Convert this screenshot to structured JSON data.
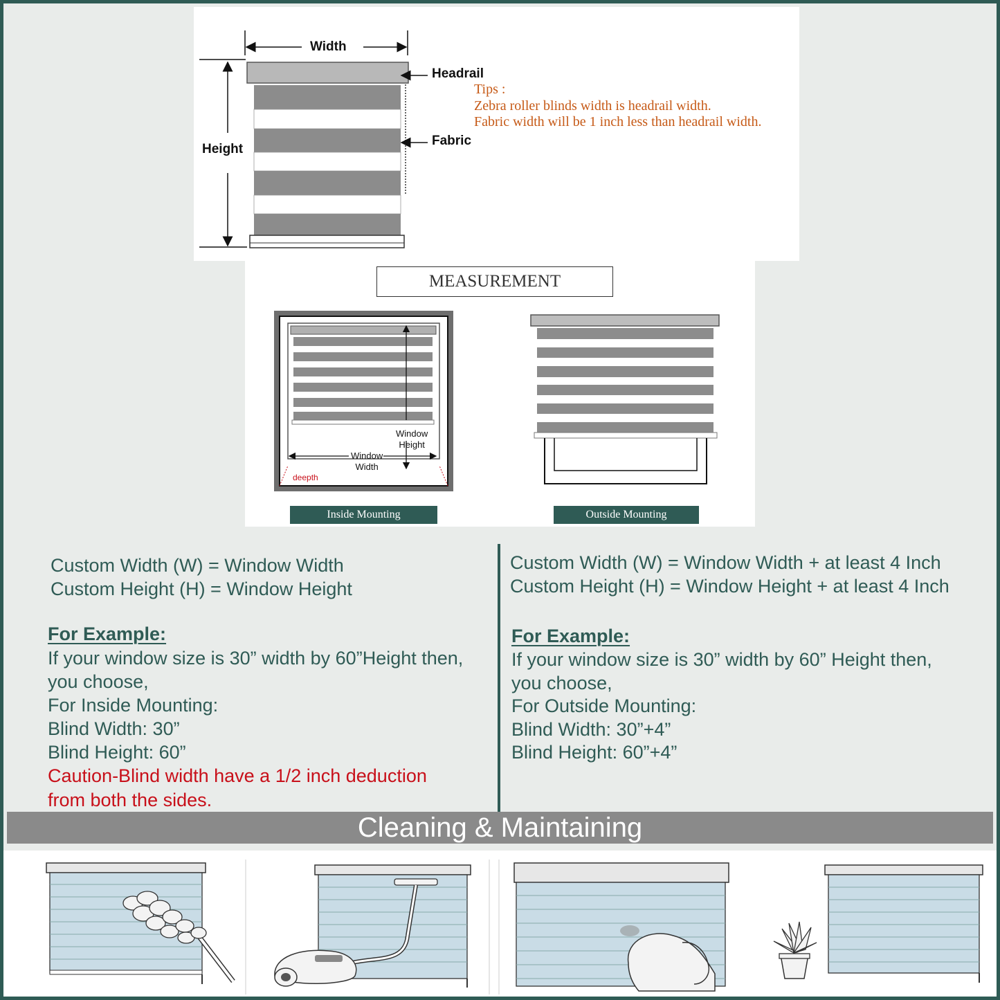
{
  "diagram": {
    "width_label": "Width",
    "height_label": "Height",
    "headrail_label": "Headrail",
    "fabric_label": "Fabric",
    "tips": {
      "heading": "Tips :",
      "line1": "Zebra roller blinds width is headrail width.",
      "line2": "Fabric width will be 1 inch less than headrail width."
    }
  },
  "measurement": {
    "title": "MEASUREMENT",
    "inside": {
      "window_height_line1": "Window",
      "window_height_line2": "Height",
      "window_width_line1": "Window",
      "window_width_line2": "Width",
      "depth": "deepth",
      "tag": "Inside Mounting"
    },
    "outside": {
      "tag": "Outside Mounting"
    }
  },
  "inside_text": {
    "formula1": "Custom Width (W) = Window Width",
    "formula2": "Custom Height (H) = Window Height",
    "example_heading": "For Example: ",
    "line1": "If your window size is 30” width by 60”Height then,",
    "line2": "you choose,",
    "line3": "For Inside Mounting:",
    "line4": "Blind Width: 30”",
    "line5": "Blind Height: 60”",
    "caution1": "Caution-Blind width have a 1/2 inch deduction",
    "caution2": "from both the sides."
  },
  "outside_text": {
    "formula1": "Custom Width (W) = Window Width + at least 4 Inch",
    "formula2": "Custom Height (H) = Window Height + at least 4 Inch",
    "example_heading": "For Example: ",
    "line1": "If your window size is 30” width by 60” Height then,",
    "line2": "you choose,",
    "line3": "For Outside Mounting:",
    "line4": "Blind Width: 30”+4”",
    "line5": "Blind Height: 60”+4”"
  },
  "cleaning": {
    "title": "Cleaning & Maintaining",
    "icons": [
      "feather-duster-icon",
      "vacuum-cleaner-icon",
      "cloth-hand-icon",
      "potted-plant-icon"
    ]
  },
  "colors": {
    "accent": "#2f5b55",
    "background": "#e9ecea",
    "caution": "#c8101a",
    "tips": "#c65a17",
    "band": "#8a8a8a"
  }
}
